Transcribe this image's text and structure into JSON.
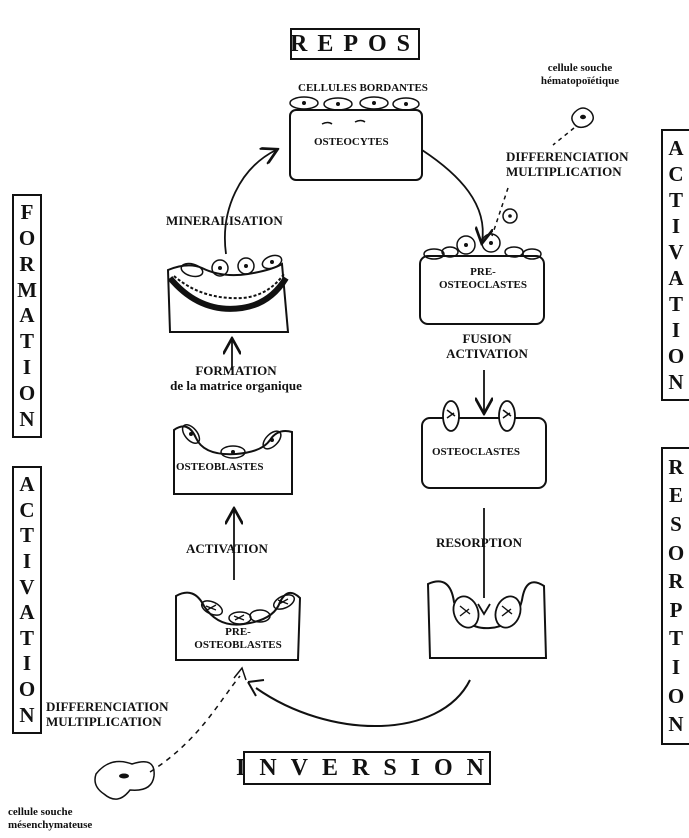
{
  "phases": {
    "repos": "REPOS",
    "inversion": "INVERSION",
    "formation": "FORMATION",
    "activation_left": "ACTIVATION",
    "activation_right": "ACTIVATION",
    "resorption": "RESORPTION"
  },
  "labels": {
    "cellules_bordantes": "CELLULES BORDANTES",
    "osteocytes": "OSTEOCYTES",
    "cellule_souche_hema_1": "cellule souche",
    "cellule_souche_hema_2": "hématopoïétique",
    "diff_right_1": "DIFFERENCIATION",
    "diff_right_2": "MULTIPLICATION",
    "pre_osteoclastes_1": "PRE-",
    "pre_osteoclastes_2": "OSTEOCLASTES",
    "fusion_1": "FUSION",
    "fusion_2": "ACTIVATION",
    "osteoclastes": "OSTEOCLASTES",
    "resorption_step": "RESORPTION",
    "mineralisation": "MINERALISATION",
    "formation_step_1": "FORMATION",
    "formation_step_2": "de la matrice organique",
    "osteoblastes": "OSTEOBLASTES",
    "activation_step": "ACTIVATION",
    "pre_osteoblastes_1": "PRE-",
    "pre_osteoblastes_2": "OSTEOBLASTES",
    "diff_left_1": "DIFFERENCIATION",
    "diff_left_2": "MULTIPLICATION",
    "cellule_souche_mes_1": "cellule souche",
    "cellule_souche_mes_2": "mésenchymateuse"
  }
}
